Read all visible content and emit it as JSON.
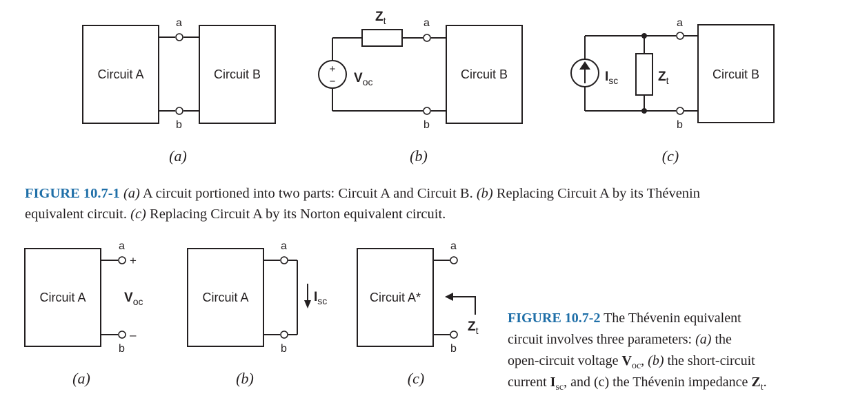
{
  "fig1": {
    "terminal_a": "a",
    "terminal_b": "b",
    "circuit_a": "Circuit A",
    "circuit_b": "Circuit B",
    "zt_main": "Z",
    "zt_sub": "t",
    "voc_main": "V",
    "voc_sub": "oc",
    "isc_main": "I",
    "isc_sub": "sc",
    "plus": "+",
    "minus": "−",
    "sub_a": "(a)",
    "sub_b": "(b)",
    "sub_c": "(c)"
  },
  "caption1": {
    "label": "FIGURE 10.7-1",
    "seg1": "A circuit portioned into two parts: Circuit A and Circuit B.",
    "seg2": "Replacing Circuit A by its Thévenin",
    "seg2b": "equivalent circuit.",
    "seg3": "Replacing Circuit A by its Norton equivalent circuit.",
    "ref_a": "(a)",
    "ref_b": "(b)",
    "ref_c": "(c)"
  },
  "fig2": {
    "terminal_a": "a",
    "terminal_b": "b",
    "circuit_a": "Circuit A",
    "circuit_a_star": "Circuit A*",
    "voc_main": "V",
    "voc_sub": "oc",
    "isc_main": "I",
    "isc_sub": "sc",
    "zt_main": "Z",
    "zt_sub": "t",
    "plus": "+",
    "minus": "–",
    "sub_a": "(a)",
    "sub_b": "(b)",
    "sub_c": "(c)"
  },
  "caption2": {
    "label": "FIGURE 10.7-2",
    "line1": "The Thévenin equivalent",
    "line2a": "circuit involves three parameters:",
    "ref_a": "(a)",
    "line2b": "the",
    "line3a": "open-circuit voltage",
    "v_main": "V",
    "v_sub": "oc",
    "line3b": ",",
    "ref_b": "(b)",
    "line3c": "the short-circuit",
    "line4a": "current",
    "i_main": "I",
    "i_sub": "sc",
    "line4b": ", and (c) the Thévenin impedance",
    "z_main": "Z",
    "z_sub": "t",
    "line4c": "."
  }
}
